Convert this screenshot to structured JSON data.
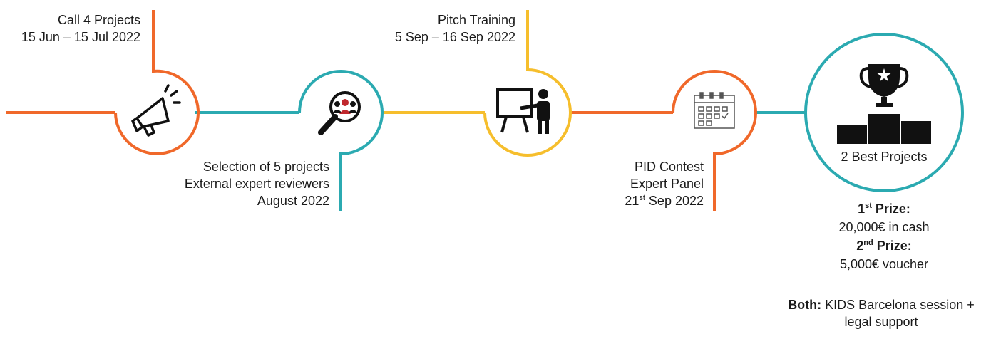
{
  "colors": {
    "orange": "#F0682A",
    "teal": "#2BAAB1",
    "yellow": "#F6BE2C",
    "icon": "#111111",
    "accent_red": "#C0272D"
  },
  "steps": [
    {
      "lines": [
        "Call 4 Projects",
        "15 Jun – 15 Jul 2022"
      ],
      "icon": "megaphone-icon"
    },
    {
      "lines": [
        "Selection of 5 projects",
        "External expert reviewers",
        "August 2022"
      ],
      "icon": "magnifier-people-icon"
    },
    {
      "lines": [
        "Pitch Training",
        "5 Sep – 16 Sep 2022"
      ],
      "icon": "presenter-board-icon"
    },
    {
      "title": "PID Contest",
      "panel": "Expert Panel",
      "date_day": "21",
      "date_sup": "st",
      "date_rest": " Sep 2022",
      "icon": "calendar-icon"
    }
  ],
  "final": {
    "circle_label": "2 Best Projects",
    "icon": "trophy-podium-icon",
    "prize1_num": "1",
    "prize1_sup": "st",
    "prize1_label": " Prize:",
    "prize1_value": "20,000€ in cash",
    "prize2_num": "2",
    "prize2_sup": "nd",
    "prize2_label": " Prize:",
    "prize2_value": "5,000€ voucher",
    "both_label": "Both:",
    "both_text": " KIDS Barcelona session +",
    "both_text2": "legal support"
  }
}
